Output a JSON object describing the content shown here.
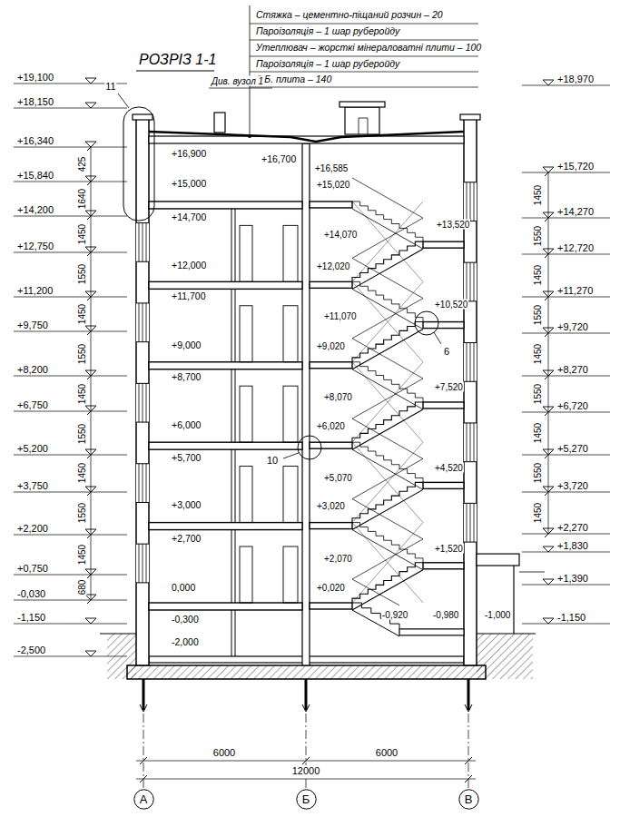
{
  "diagram": {
    "title": "РОЗРІЗ 1-1",
    "nodes": [
      {
        "text": [
          "А"
        ]
      },
      {
        "text": [
          "Б"
        ]
      },
      {
        "text": [
          "В"
        ]
      }
    ],
    "labels": [
      "Стяжка – цементно-піщаний розчин – 20",
      "Пароізоляція – 1 шар руберойду",
      "Утеплювач – жорсткі мінераловатні плити – 100",
      "Пароізоляція – 1 шар руберойду",
      "З.Б. плита – 140",
      "Див. вузол 1",
      "11",
      "6",
      "10",
      "+19,100",
      "+18,150",
      "+16,340",
      "+15,840",
      "+14,200",
      "+12,750",
      "+11,200",
      "+9,750",
      "+8,200",
      "+6,750",
      "+5,200",
      "+3,750",
      "+2,200",
      "+0,750",
      "-0,030",
      "-1,150",
      "-2,500",
      "425",
      "1640",
      "1450",
      "1550",
      "1450",
      "1550",
      "1450",
      "1550",
      "1450",
      "1550",
      "1450",
      "680",
      "+18,970",
      "+15,720",
      "+14,270",
      "+12,720",
      "+11,270",
      "+9,720",
      "+8,270",
      "+6,720",
      "+5,270",
      "+3,720",
      "+2,270",
      "+1,830",
      "+1,390",
      "-1,150",
      "1450",
      "1550",
      "1450",
      "1550",
      "1450",
      "1550",
      "1450",
      "1550",
      "1450",
      "+16,900",
      "+15,000",
      "+14,700",
      "+12,000",
      "+11,700",
      "+9,000",
      "+8,700",
      "+6,000",
      "+5,700",
      "+3,000",
      "+2,700",
      "0,000",
      "-0,300",
      "-2,000",
      "+16,700",
      "+16,585",
      "+15,020",
      "+14,070",
      "+13,520",
      "+12,020",
      "+11,070",
      "+10,520",
      "+9,020",
      "+8,070",
      "+7,520",
      "+6,020",
      "+5,070",
      "+4,520",
      "+3,020",
      "+2,070",
      "+1,520",
      "+0,020",
      "-0,920",
      "-0,980",
      "-1,000",
      "6000",
      "6000",
      "12000"
    ]
  }
}
